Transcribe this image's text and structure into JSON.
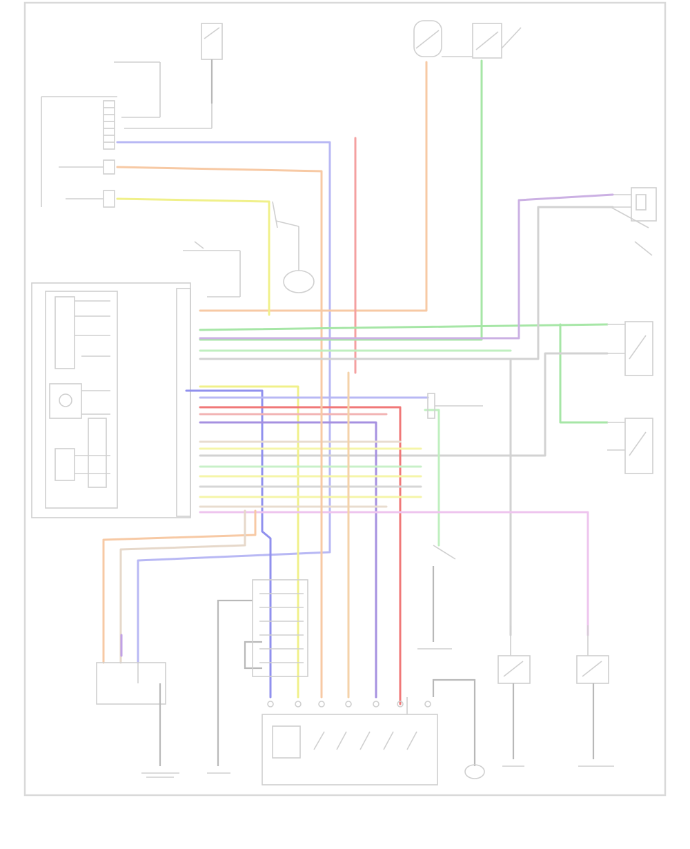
{
  "colors": {
    "border": "#d9d9d9",
    "component": "#cccccc",
    "wire_blue": "#8c8cf0",
    "wire_orange": "#f5b98a",
    "wire_yellow": "#eeee66",
    "wire_red": "#f07070",
    "wire_green": "#88dd88",
    "wire_purple": "#b48cd2",
    "wire_pink": "#e8a8e8",
    "wire_tan": "#d8c8b8",
    "wire_gray": "#c0c0c0"
  },
  "icons": [
    "ground-symbol",
    "fuse-symbol",
    "switch-symbol",
    "connector-symbol"
  ]
}
